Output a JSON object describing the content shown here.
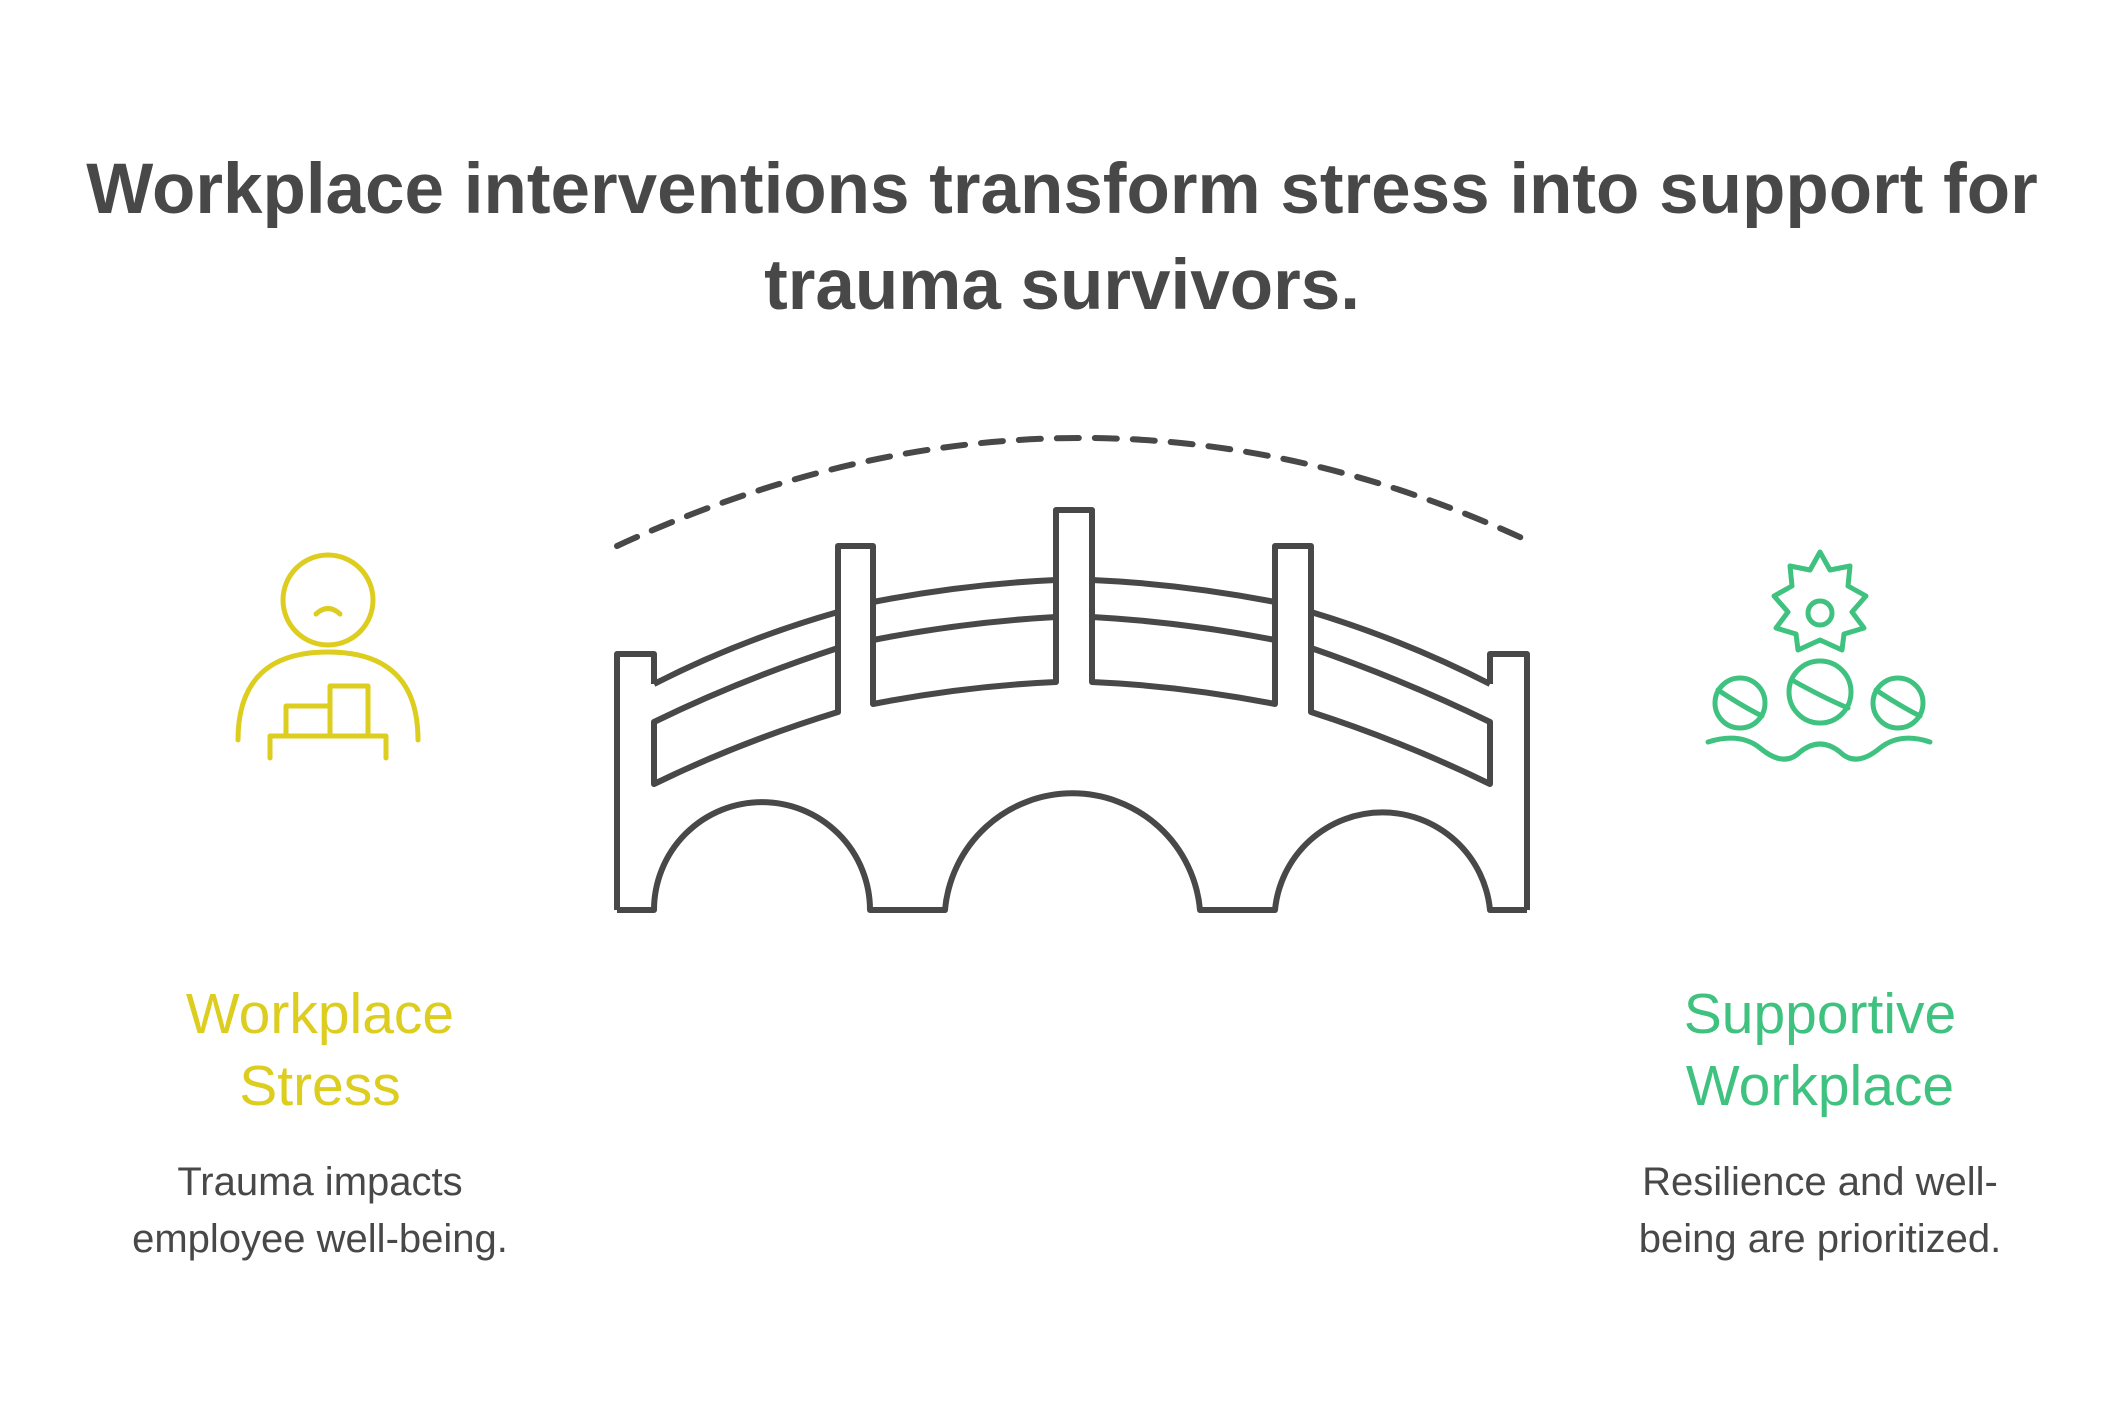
{
  "title": "Workplace interventions transform stress into support for trauma survivors.",
  "left": {
    "heading_line1": "Workplace",
    "heading_line2": "Stress",
    "desc_line1": "Trauma impacts",
    "desc_line2": "employee well-being.",
    "icon": "stressed-person-icon",
    "color": "#dccd1f"
  },
  "center": {
    "icon": "bridge-icon",
    "arc": "dashed-arc",
    "color": "#484848"
  },
  "right": {
    "heading_line1": "Supportive",
    "heading_line2": "Workplace",
    "desc_line1": "Resilience and well-",
    "desc_line2": "being are prioritized.",
    "icon": "team-gear-icon",
    "color": "#3fc27f"
  }
}
